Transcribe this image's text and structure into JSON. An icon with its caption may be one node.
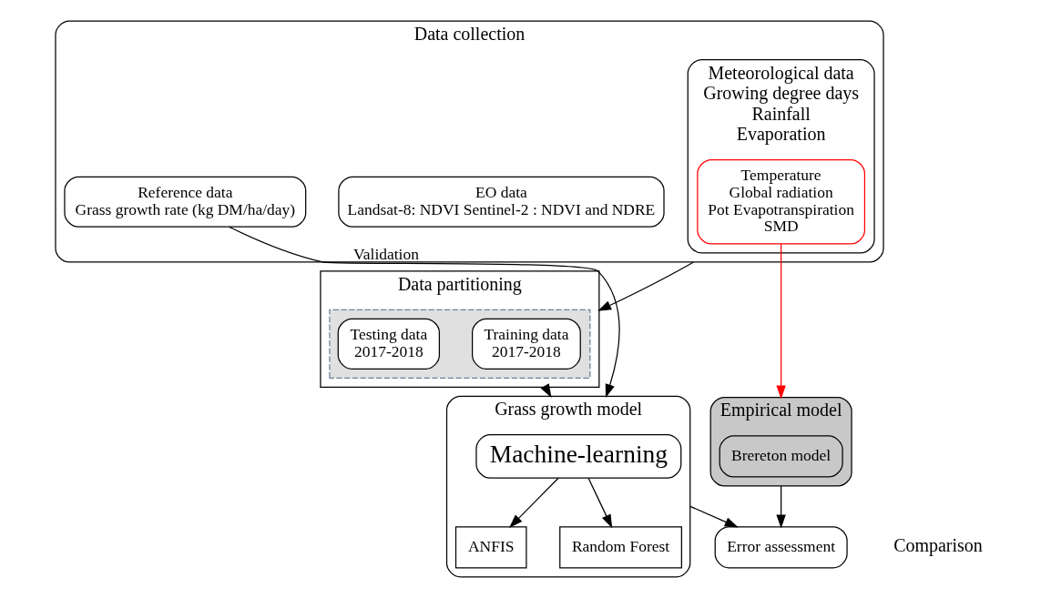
{
  "diagram": {
    "nodes": [
      {
        "text": [
          "Data collection"
        ]
      },
      {
        "text": [
          "Meteorological data",
          "Growing degree days",
          "Rainfall",
          "Evaporation"
        ],
        "in": 0
      },
      {
        "text": [
          "Temperature",
          "Global radiation",
          "Pot Evapotranspiration",
          "SMD"
        ],
        "in": 1
      },
      {
        "text": [
          "EO data",
          "Landsat-8: NDVI Sentinel-2 : NDVI and NDRE"
        ],
        "in": 0
      },
      {
        "text": [
          "Reference data",
          "Grass growth rate (kg DM/ha/day)"
        ],
        "in": 0
      },
      {
        "text": [
          "Data partitioning"
        ]
      },
      {
        "text": [],
        "shape": "box",
        "in": 5
      },
      {
        "text": [
          "Training data",
          "2017-2018"
        ],
        "in": 6
      },
      {
        "text": [
          "Testing data",
          "2017-2018"
        ],
        "in": 6
      },
      {
        "text": [
          "Empirical model"
        ]
      },
      {
        "text": [
          "Brereton model"
        ],
        "in": 9
      },
      {
        "text": [
          "Grass growth model"
        ]
      },
      {
        "text": [
          "Machine-learning"
        ],
        "in": 11
      },
      {
        "text": [
          "ANFIS"
        ],
        "in": 11
      },
      {
        "text": [
          "Random Forest"
        ],
        "in": 11
      },
      {
        "text": [
          "Error assessment"
        ],
        "beside": [
          "Comparison"
        ]
      }
    ],
    "edges": [
      {
        "from": 0,
        "to": 5,
        "arrow": "to"
      },
      {
        "from": 2,
        "to": 9,
        "arrow": "to",
        "color": "#ff0000"
      },
      {
        "from": 5,
        "to": 11,
        "arrow": "to"
      },
      {
        "from": 4,
        "to": 11,
        "arrow": "to",
        "label": "Validation"
      },
      {
        "from": 12,
        "to": 13,
        "arrow": "to"
      },
      {
        "from": 12,
        "to": 14,
        "arrow": "to"
      },
      {
        "from": 9,
        "to": 15,
        "arrow": "to"
      },
      {
        "from": 11,
        "to": 15,
        "arrow": "to"
      }
    ]
  }
}
